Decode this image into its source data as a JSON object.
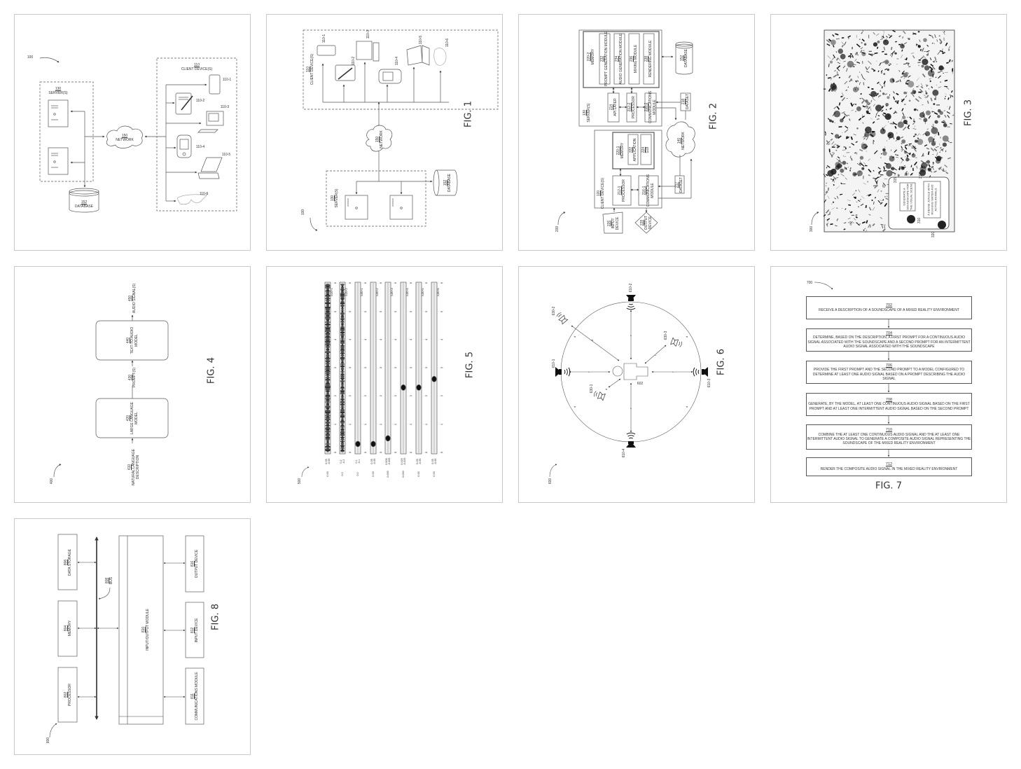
{
  "t1": {
    "ref": "100",
    "servers": "130\nSERVER(S)",
    "network": "150\nNETWORK",
    "database": "152\nDATABASE",
    "clients": "110\nCLIENT DEVICE(S)",
    "devices": [
      "110-1",
      "110-2",
      "110-3",
      "110-4",
      "110-5",
      "110-6"
    ]
  },
  "t2": {
    "ref": "100",
    "fig": "FIG. 1",
    "servers": "130\nSERVER(S)",
    "network": "150\nNETWORK",
    "database": "152\nDATABASE",
    "clients": "110\nCLIENT DEVICE(S)",
    "devices": [
      "110-1",
      "110-2",
      "110-3",
      "110-4",
      "110-5",
      "110-6"
    ]
  },
  "t3": {
    "ref": "200",
    "fig": "FIG. 2",
    "server": "130\nSERVER(S)",
    "memory2": "220-2\nMEMORY",
    "modules": [
      "232\nPROMPT GENERATION MODULE",
      "234\nAUDIO GENERATION MODULE",
      "236\nMIXING MODULE",
      "238\nRENDERING MODULE"
    ],
    "api": "214\nAPI LAYER",
    "processor2": "212-2\nPROCESSOR",
    "comm2": "216-2\nCOMMUNICATIONS\nMODULE",
    "database": "152\nDATABASE",
    "dataset2": "218\nDATASET",
    "network": "140\nNETWORK",
    "client": "120\nCLIENT DEVICE(S)",
    "memory1": "220-1\nMEMORY",
    "application": "222\nAPPLICATION",
    "gui": "224\nGUI",
    "processor1": "212-1\nPROCESSOR",
    "comm1": "216-1\nCOMMUNICATIONS\nMODULE",
    "dataset1": "217\nDATASET",
    "input": "226\nINPUT\nDEVICE",
    "output": "228\nOUTPUT\nDEVICE"
  },
  "t4": {
    "ref": "300",
    "fig": "FIG. 3",
    "prompt": "GENERATE A\nSOUNDSCAPE FOR\nTHE VISUAL SCENE",
    "prompt_num": "315",
    "response": "A DENSE JUNGLE WITH\nRUNNING WATER AND\nACTIVE ANIMALS",
    "response_num": "311",
    "user_num": "310",
    "assistant_num": "320"
  },
  "t5": {
    "ref": "400",
    "fig": "FIG. 4",
    "input": "410\nNATURAL LANGUAGE\nDESCRIPTION",
    "llm": "420\nLARGE LANGUAGE\nMODEL",
    "prompts": "430\nPROMPT(S)",
    "tta": "440\nTEXT-TO-AUDIO\nMODEL",
    "output": "450\nAUDIO SIGNAL(S)"
  },
  "t6": {
    "ref": "500",
    "fig": "FIG. 5",
    "tracks": [
      {
        "label": "510-1",
        "scale": [
          "0.00",
          "0.05",
          "-0.05"
        ]
      },
      {
        "label": "510-2",
        "scale": [
          "0.0",
          "0.2",
          "-0.2"
        ]
      },
      {
        "label": "530-1",
        "scale": [
          "0.0",
          "0.1",
          "-0.1"
        ]
      },
      {
        "label": "530-2",
        "scale": [
          "0.00",
          "0.05",
          "-0.05"
        ]
      },
      {
        "label": "530-3",
        "scale": [
          "0.000",
          "0.005",
          "-0.005"
        ]
      },
      {
        "label": "530-4",
        "scale": [
          "0.000",
          "0.025",
          "-0.025"
        ]
      },
      {
        "label": "530-5",
        "scale": [
          "0.00",
          "0.05",
          "-0.05"
        ]
      },
      {
        "label": "530-6",
        "scale": [
          "0.00",
          "0.05",
          "-0.05"
        ]
      }
    ],
    "time_ticks": [
      "0",
      "1",
      "2",
      "3",
      "4",
      "5",
      "6"
    ]
  },
  "t7": {
    "ref": "600",
    "fig": "FIG. 6",
    "speakers": [
      "610-1",
      "610-2",
      "610-3",
      "610-4"
    ],
    "sources": [
      "630-1",
      "630-2",
      "630-3"
    ],
    "user": "602",
    "d_label": "d",
    "r_label": "r"
  },
  "t8": {
    "ref": "700",
    "fig": "FIG. 7",
    "steps": [
      {
        "num": "702",
        "text": "RECEIVE A DESCRIPTION OF A SOUNDSCAPE OF A MIXED REALITY ENVIRONMENT"
      },
      {
        "num": "704",
        "text": "DETERMINE, BASED ON THE DESCRIPTION, A FIRST PROMPT FOR A CONTINUOUS AUDIO SIGNAL ASSOCIATED WITH THE SOUNDSCAPE AND A SECOND PROMPT FOR AN INTERMITTENT AUDIO SIGNAL ASSOCIATED WITH THE SOUNDSCAPE"
      },
      {
        "num": "706",
        "text": "PROVIDE THE FIRST PROMPT AND THE SECOND PROMPT TO A MODEL CONFIGURED TO DETERMINE AT LEAST ONE AUDIO SIGNAL BASED ON A PROMPT DESCRIBING THE AUDIO SIGNAL"
      },
      {
        "num": "708",
        "text": "GENERATE, BY THE MODEL, AT LEAST ONE CONTINUOUS AUDIO SIGNAL BASED ON THE FIRST PROMPT AND AT LEAST ONE INTERMITTENT AUDIO SIGNAL BASED ON THE SECOND PROMPT"
      },
      {
        "num": "710",
        "text": "COMBINE THE AT LEAST ONE CONTINUOUS AUDIO SIGNAL AND THE AT LEAST ONE INTERMITTENT AUDIO SIGNAL TO GENERATE A COMPOSITE AUDIO SIGNAL REPRESENTING THE SOUNDSCAPE OF THE MIXED REALITY ENVIRONMENT"
      },
      {
        "num": "712",
        "text": "RENDER THE COMPOSITE AUDIO SIGNAL IN THE MIXED REALITY ENVIRONMENT"
      }
    ]
  },
  "t9": {
    "ref": "800",
    "fig": "FIG. 8",
    "processor": "802\nPROCESSOR",
    "memory": "804\nMEMORY",
    "storage": "806\nDATA STORAGE",
    "bus": "808\nBUS",
    "io": "810\nINPUT/OUTPUT MODULE",
    "comm": "811\nCOMMUNICATIONS MODULE",
    "input": "812\nINPUT DEVICE",
    "output": "816\nOUTPUT DEVICE"
  },
  "colors": {
    "line": "#555555",
    "border": "#c9c9c9",
    "background": "#ffffff"
  }
}
